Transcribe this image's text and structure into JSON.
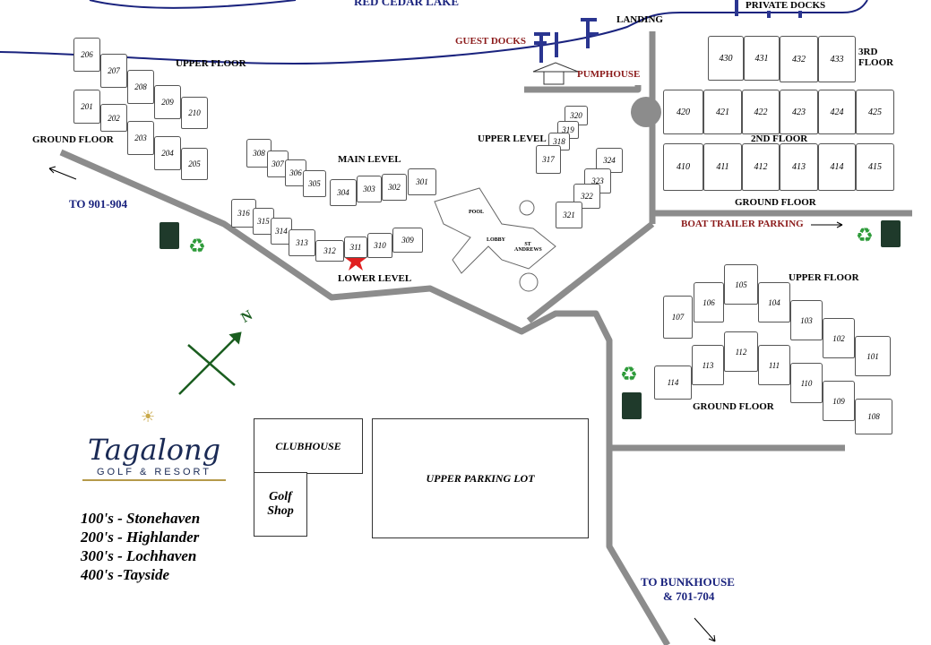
{
  "labels": {
    "lake": "RED CEDAR LAKE",
    "private_docks": "PRIVATE DOCKS",
    "guest_docks": "GUEST DOCKS",
    "landing": "LANDING",
    "pumphouse": "PUMPHOUSE",
    "upper_floor_200": "UPPER FLOOR",
    "ground_floor_200": "GROUND FLOOR",
    "to_901": "TO 901-904",
    "main_level": "MAIN LEVEL",
    "lower_level": "LOWER LEVEL",
    "upper_level": "UPPER LEVEL",
    "pool": "POOL",
    "lobby": "LOBBY",
    "st_andrews": "ST ANDREWS",
    "third_floor": "3RD FLOOR",
    "second_floor": "2ND FLOOR",
    "ground_floor_400": "GROUND FLOOR",
    "boat_trailer": "BOAT TRAILER PARKING",
    "upper_floor_100": "UPPER FLOOR",
    "ground_floor_100": "GROUND FLOOR",
    "clubhouse": "CLUBHOUSE",
    "golf_shop": "Golf Shop",
    "upper_parking": "UPPER PARKING LOT",
    "to_bunkhouse": "TO BUNKHOUSE",
    "to_bunkhouse2": "& 701-704",
    "north": "N"
  },
  "logo": {
    "name": "Tagalong",
    "sub": "GOLF & RESORT"
  },
  "legend": [
    "100's -  Stonehaven",
    "200's - Highlander",
    "300's - Lochhaven",
    "400's -Tayside"
  ],
  "units": {
    "b400": [
      "430",
      "431",
      "432",
      "433",
      "420",
      "421",
      "422",
      "423",
      "424",
      "425",
      "410",
      "411",
      "412",
      "413",
      "414",
      "415"
    ],
    "b200": [
      "206",
      "207",
      "208",
      "209",
      "210",
      "201",
      "202",
      "203",
      "204",
      "205"
    ],
    "b300": [
      "308",
      "307",
      "306",
      "305",
      "304",
      "303",
      "302",
      "301",
      "316",
      "315",
      "314",
      "313",
      "312",
      "311",
      "310",
      "309",
      "320",
      "319",
      "318",
      "317",
      "324",
      "323",
      "322",
      "321"
    ],
    "b100": [
      "107",
      "106",
      "105",
      "104",
      "103",
      "102",
      "101",
      "114",
      "113",
      "112",
      "111",
      "110",
      "109",
      "108"
    ]
  },
  "colors": {
    "road": "#8c8c8c",
    "lake": "#1a237e",
    "star": "#e02020"
  }
}
